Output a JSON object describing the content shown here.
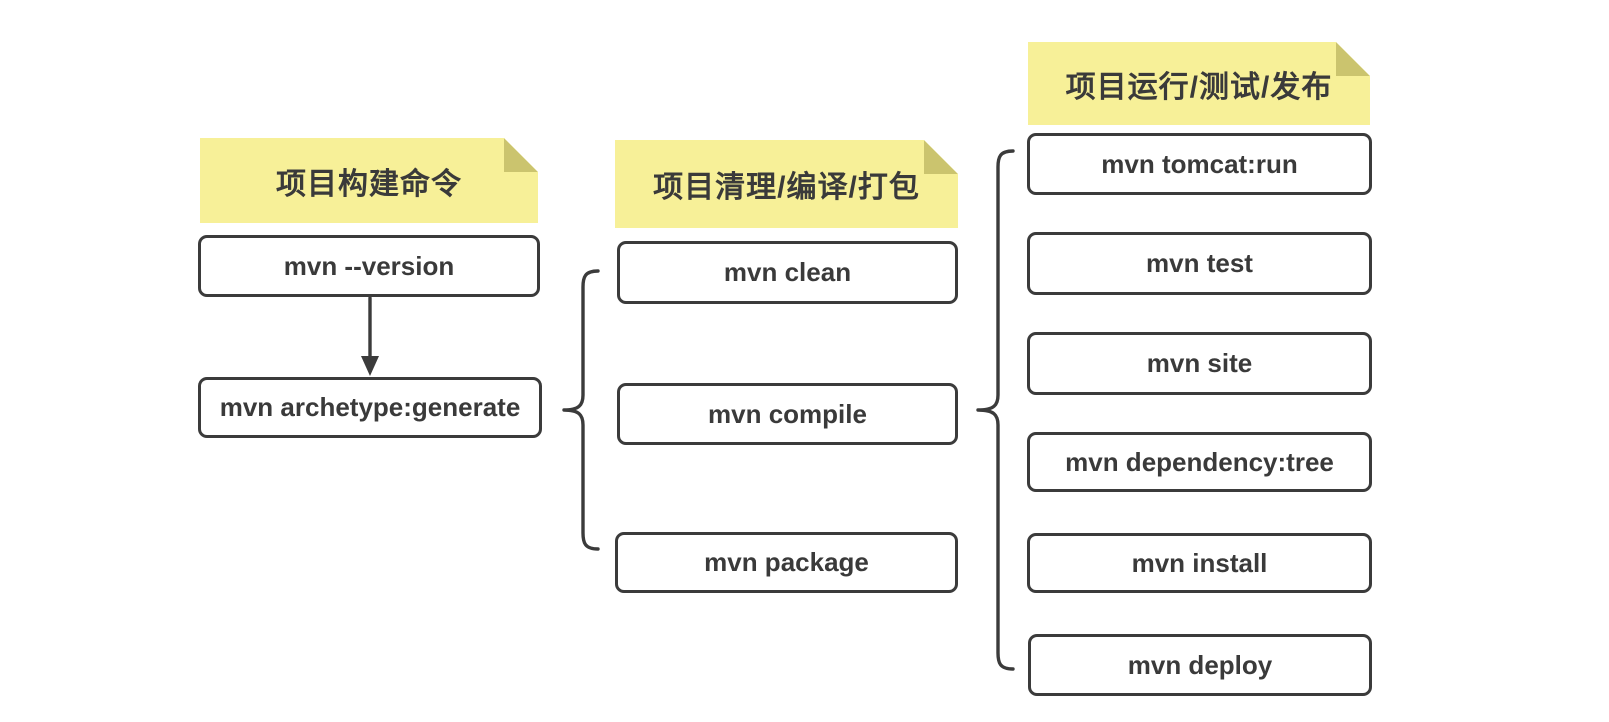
{
  "diagram": {
    "title_semantic": "Maven commands overview",
    "colors": {
      "sticky_fill": "#F7F098",
      "sticky_fold": "#CBC46E",
      "box_border": "#3B3B3B",
      "text": "#3A3A3A",
      "background": "#FFFFFF"
    },
    "columns": [
      {
        "title": "项目构建命令",
        "boxes": [
          "mvn --version",
          "mvn archetype:generate"
        ]
      },
      {
        "title": "项目清理/编译/打包",
        "boxes": [
          "mvn clean",
          "mvn compile",
          "mvn package"
        ]
      },
      {
        "title": "项目运行/测试/发布",
        "boxes": [
          "mvn tomcat:run",
          "mvn test",
          "mvn site",
          "mvn dependency:tree",
          "mvn install",
          "mvn deploy"
        ]
      }
    ],
    "connectors": [
      {
        "type": "arrow-down",
        "from": "mvn --version",
        "to": "mvn archetype:generate"
      },
      {
        "type": "curly-brace",
        "from": "mvn archetype:generate",
        "to_group": "项目清理/编译/打包"
      },
      {
        "type": "curly-brace",
        "from": "mvn compile",
        "to_group": "项目运行/测试/发布"
      }
    ]
  }
}
